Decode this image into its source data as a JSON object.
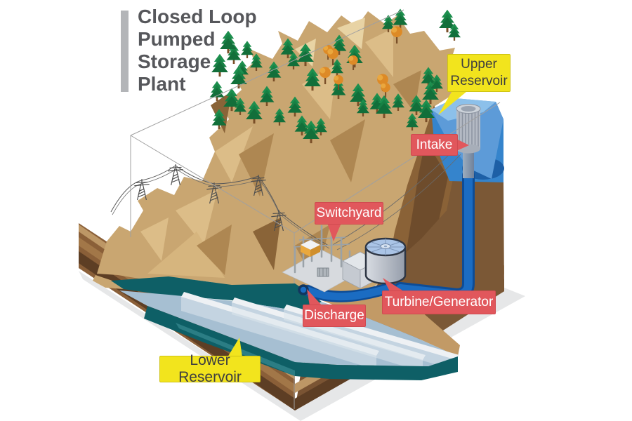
{
  "title": {
    "text": "Closed Loop\nPumped\nStorage\nPlant"
  },
  "callouts": {
    "upper_reservoir": "Upper Reservoir",
    "intake": "Intake",
    "switchyard": "Switchyard",
    "turbine_generator": "Turbine/Generator",
    "discharge": "Discharge",
    "lower_reservoir": "Lower Reservoir"
  },
  "colors": {
    "callout_yellow": "#f2e41d",
    "callout_red": "#e1575c",
    "upper_water_blue": "#3584cc",
    "penstock_blue": "#1b6cc2",
    "lower_water_teal": "#0e5f66",
    "lower_water_surface": "#a6bfd2",
    "mountain_tan": "#c9a671",
    "earth_brown": "#7b5836",
    "title_gray": "#56575b"
  }
}
